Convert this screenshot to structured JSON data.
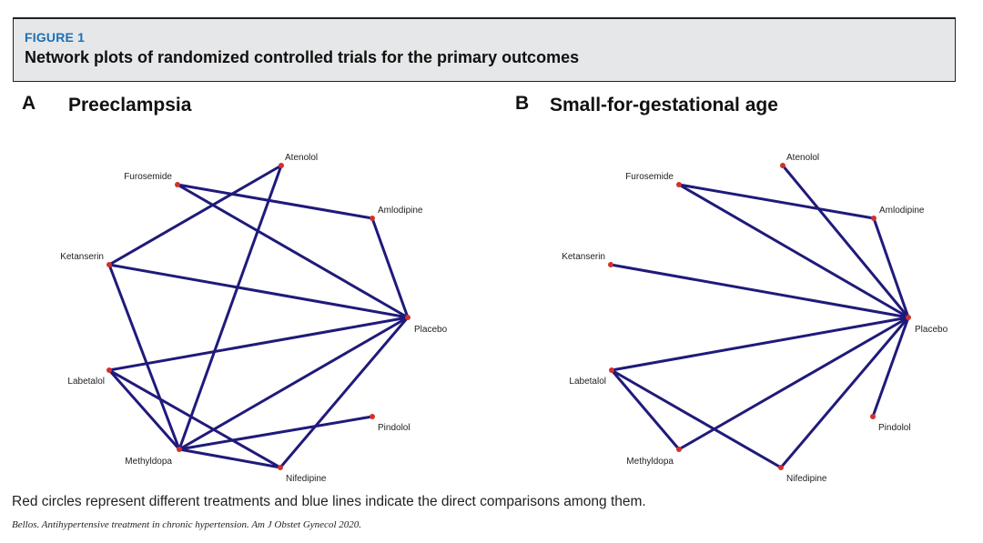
{
  "header": {
    "figure_number": "FIGURE 1",
    "title": "Network plots of randomized controlled trials for the primary outcomes"
  },
  "colors": {
    "edge": "#1f1a7a",
    "node": "#d0312d",
    "accent": "#1b6fb8",
    "header_bg": "#e6e7e8"
  },
  "panels": [
    {
      "letter": "A",
      "title": "Preeclampsia",
      "nodes": [
        "Atenolol",
        "Furosemide",
        "Amlodipine",
        "Ketanserin",
        "Placebo",
        "Labetalol",
        "Pindolol",
        "Methyldopa",
        "Nifedipine"
      ],
      "edges": [
        [
          "Atenolol",
          "Ketanserin"
        ],
        [
          "Atenolol",
          "Methyldopa"
        ],
        [
          "Furosemide",
          "Amlodipine"
        ],
        [
          "Furosemide",
          "Placebo"
        ],
        [
          "Amlodipine",
          "Placebo"
        ],
        [
          "Ketanserin",
          "Placebo"
        ],
        [
          "Ketanserin",
          "Methyldopa"
        ],
        [
          "Labetalol",
          "Placebo"
        ],
        [
          "Labetalol",
          "Methyldopa"
        ],
        [
          "Labetalol",
          "Nifedipine"
        ],
        [
          "Pindolol",
          "Methyldopa"
        ],
        [
          "Methyldopa",
          "Placebo"
        ],
        [
          "Methyldopa",
          "Nifedipine"
        ],
        [
          "Nifedipine",
          "Placebo"
        ]
      ]
    },
    {
      "letter": "B",
      "title": "Small-for-gestational age",
      "nodes": [
        "Atenolol",
        "Furosemide",
        "Amlodipine",
        "Ketanserin",
        "Placebo",
        "Labetalol",
        "Pindolol",
        "Methyldopa",
        "Nifedipine"
      ],
      "edges": [
        [
          "Atenolol",
          "Placebo"
        ],
        [
          "Furosemide",
          "Amlodipine"
        ],
        [
          "Furosemide",
          "Placebo"
        ],
        [
          "Amlodipine",
          "Placebo"
        ],
        [
          "Ketanserin",
          "Placebo"
        ],
        [
          "Labetalol",
          "Placebo"
        ],
        [
          "Labetalol",
          "Methyldopa"
        ],
        [
          "Labetalol",
          "Nifedipine"
        ],
        [
          "Pindolol",
          "Placebo"
        ],
        [
          "Methyldopa",
          "Placebo"
        ],
        [
          "Nifedipine",
          "Placebo"
        ]
      ]
    }
  ],
  "caption": "Red circles represent different treatments and blue lines indicate the direct comparisons among them.",
  "citation": "Bellos. Antihypertensive treatment in chronic hypertension. Am J Obstet Gynecol 2020."
}
